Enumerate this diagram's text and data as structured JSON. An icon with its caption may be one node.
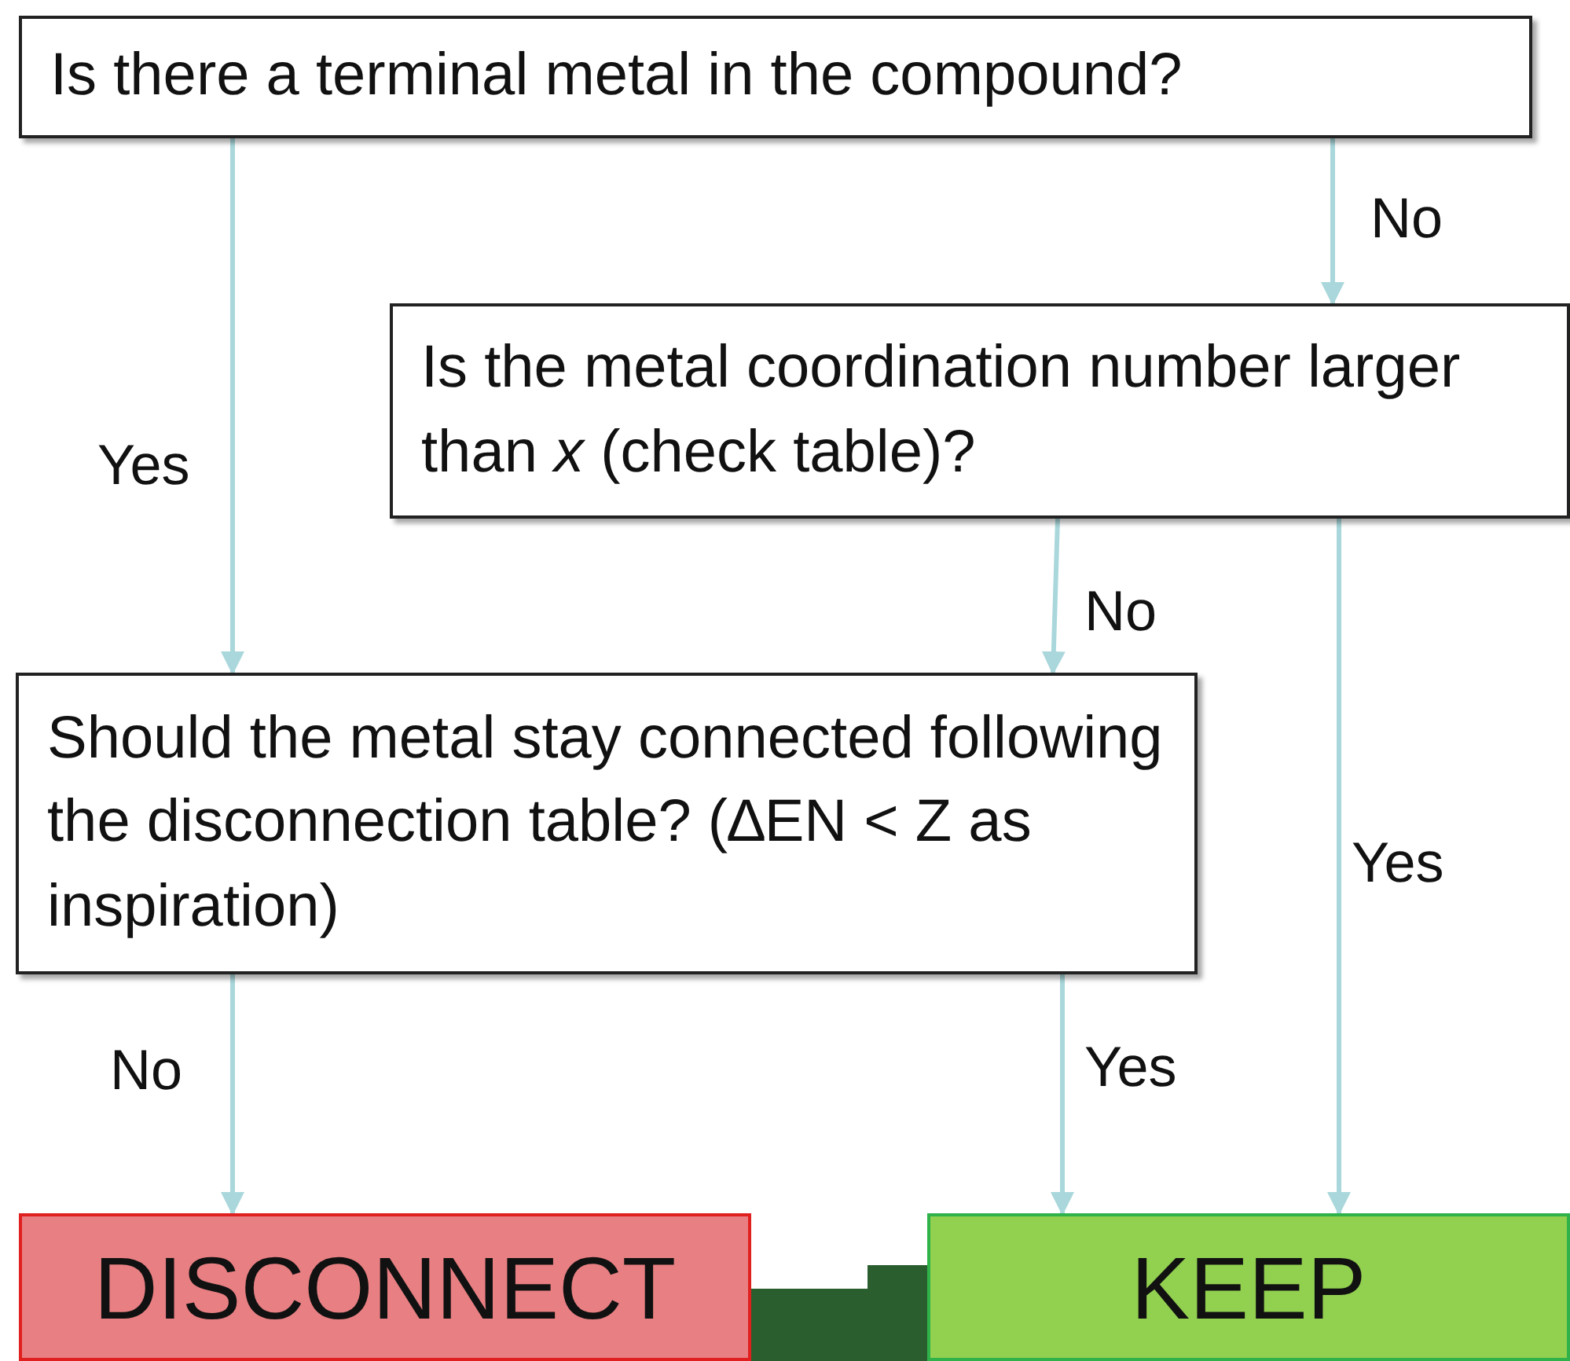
{
  "diagram": {
    "nodes": [
      {
        "text": [
          "Is there a terminal metal in the compound?"
        ]
      },
      {
        "text": [
          "Is the metal coordination number larger than *x* (check table)?"
        ]
      },
      {
        "text": [
          "Should the metal stay connected following the disconnection table? (∆EN < Z as inspiration)"
        ]
      },
      {
        "text": [
          "DISCONNECT"
        ]
      },
      {
        "text": [
          "KEEP"
        ]
      }
    ],
    "edges": [
      {
        "from": 0,
        "to": 2,
        "arrow": "to",
        "label": "Yes"
      },
      {
        "from": 0,
        "to": 1,
        "arrow": "to",
        "label": "No"
      },
      {
        "from": 1,
        "to": 2,
        "arrow": "to",
        "label": "No"
      },
      {
        "from": 1,
        "to": 4,
        "arrow": "to",
        "label": "Yes"
      },
      {
        "from": 2,
        "to": 3,
        "arrow": "to",
        "label": "No"
      },
      {
        "from": 2,
        "to": 4,
        "arrow": "to",
        "label": "Yes"
      }
    ]
  }
}
